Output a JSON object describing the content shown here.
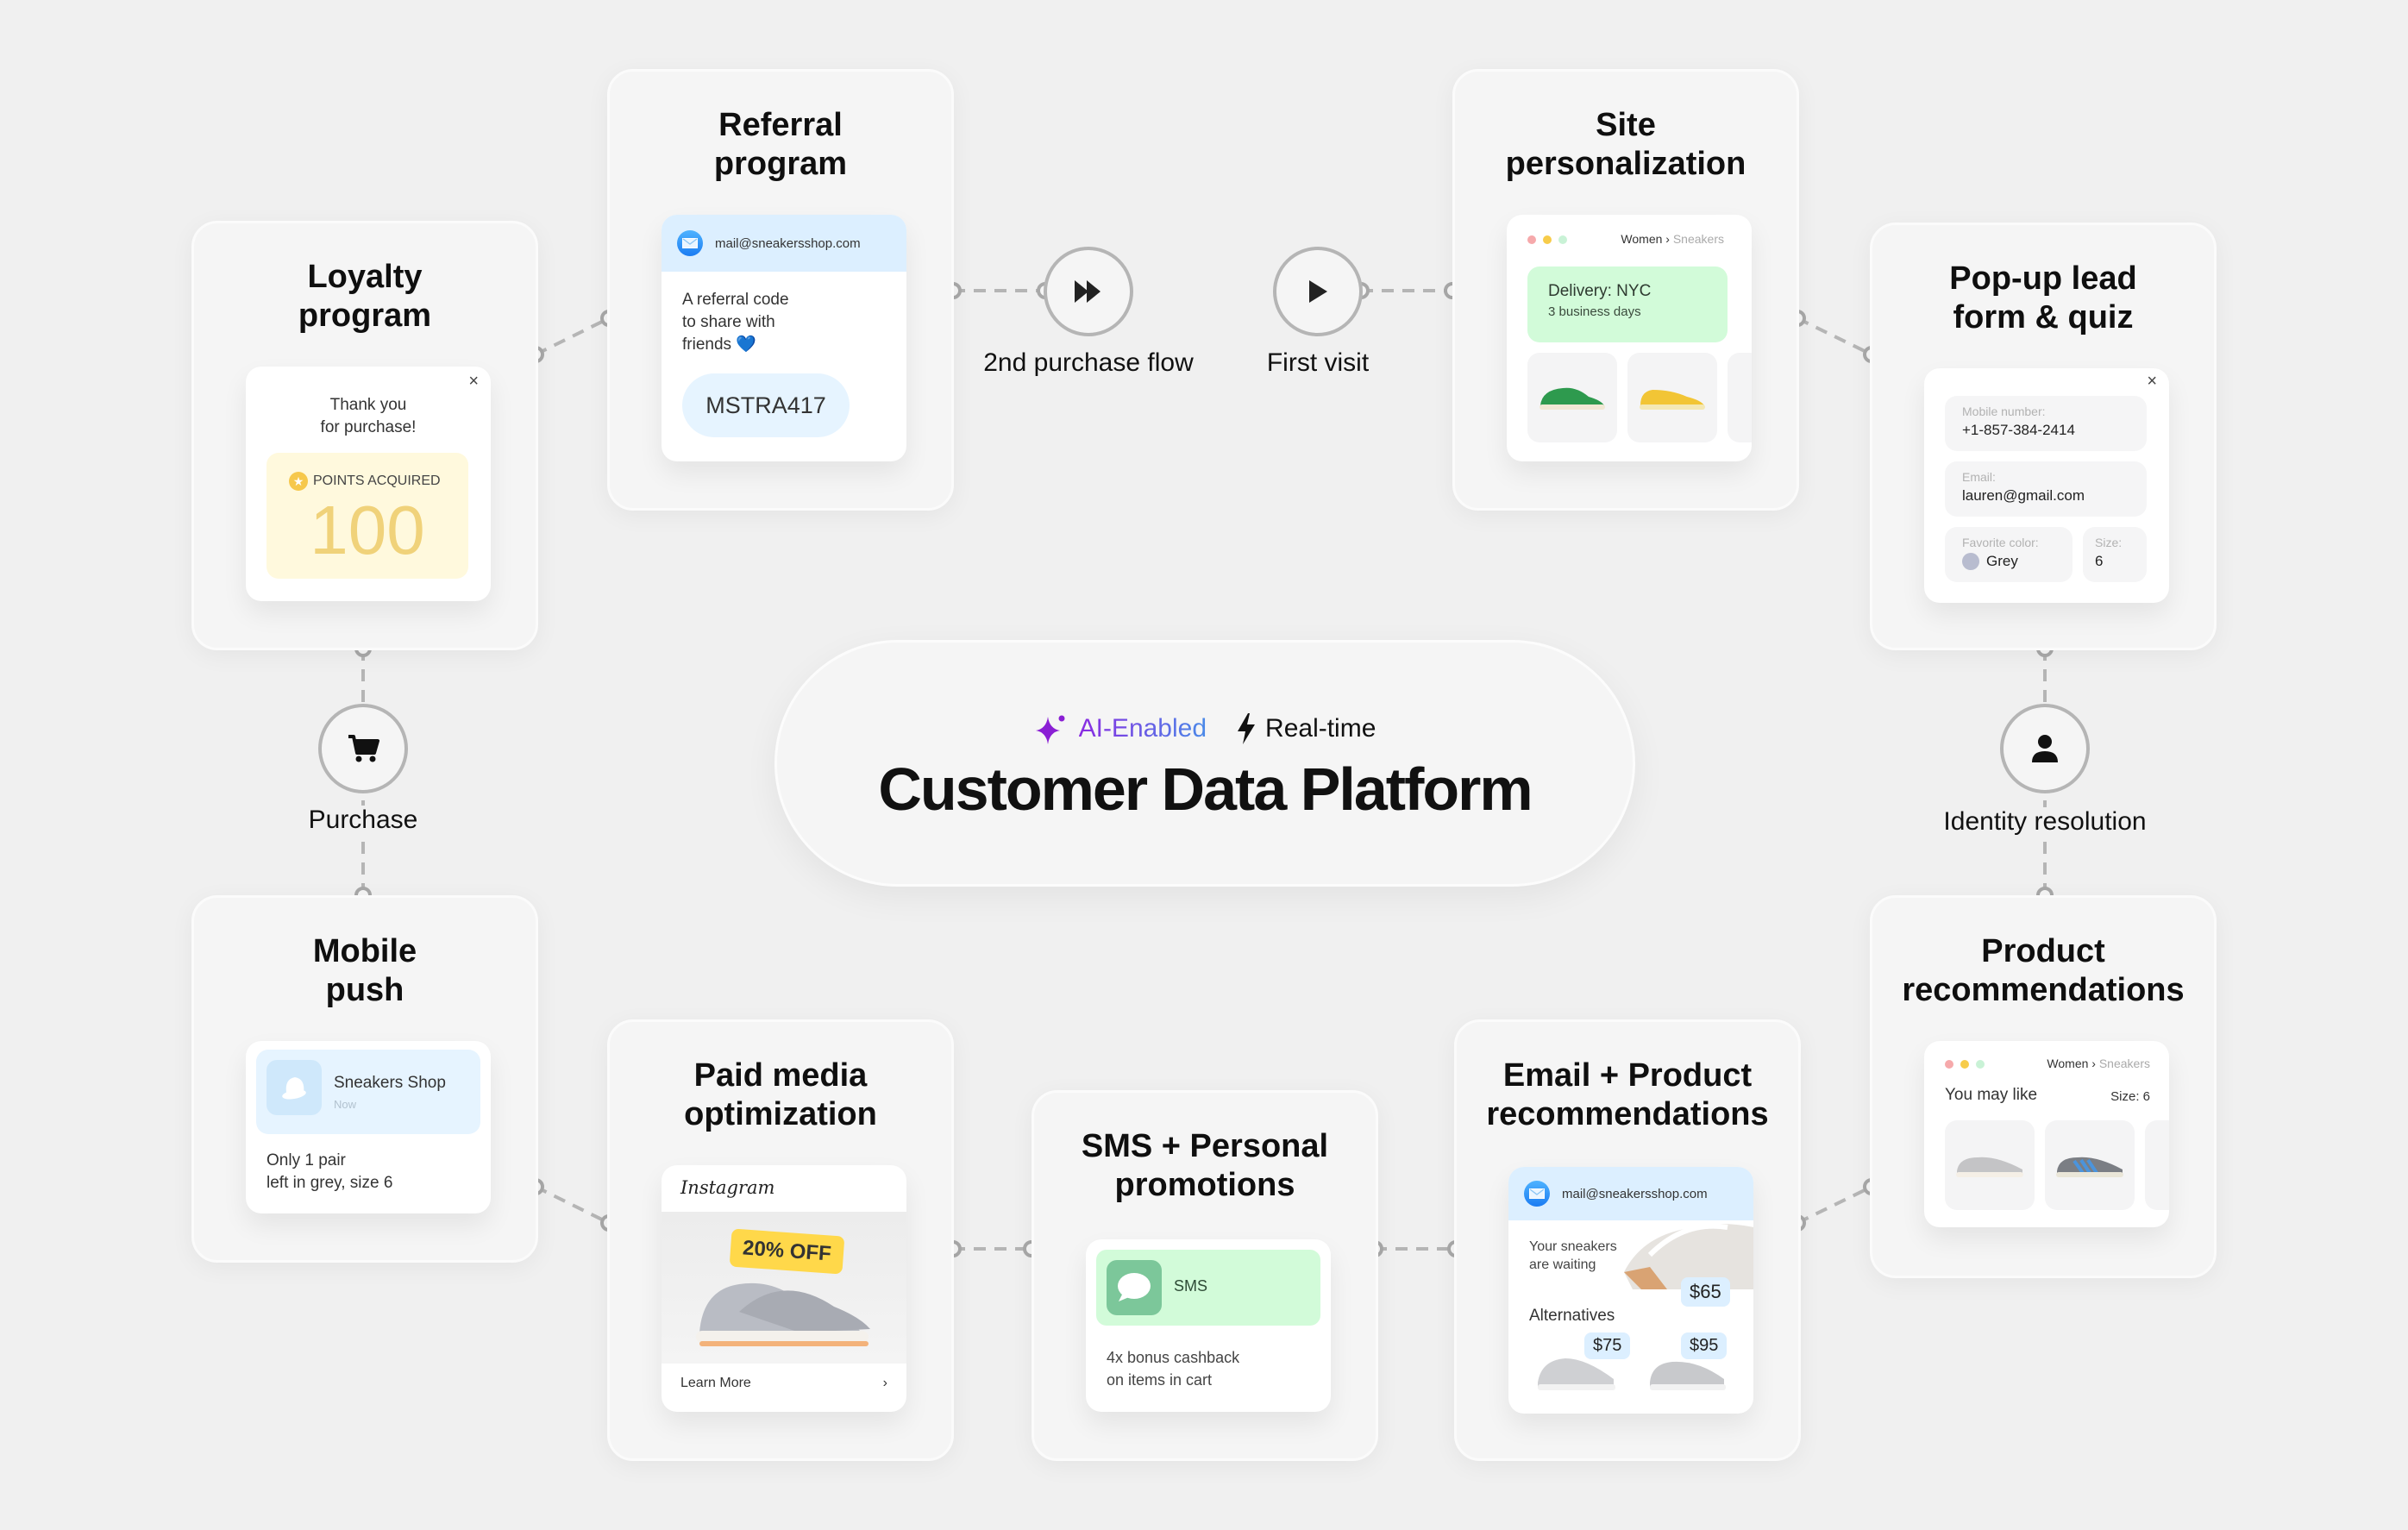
{
  "hub": {
    "tag_ai": "AI-Enabled",
    "tag_realtime": "Real-time",
    "title": "Customer Data Platform",
    "icons": {
      "ai": "sparkle-icon",
      "realtime": "lightning-icon"
    }
  },
  "nodes": {
    "second_purchase": {
      "label": "2nd purchase flow",
      "icon": "fast-forward-icon"
    },
    "first_visit": {
      "label": "First visit",
      "icon": "play-icon"
    },
    "purchase": {
      "label": "Purchase",
      "icon": "cart-icon"
    },
    "identity": {
      "label": "Identity resolution",
      "icon": "user-icon"
    }
  },
  "cards": {
    "loyalty": {
      "title": "Loyalty\nprogram",
      "thanks_line1": "Thank you",
      "thanks_line2": "for purchase!",
      "points_label": "POINTS ACQUIRED",
      "points_value": "100",
      "close": "×"
    },
    "referral": {
      "title": "Referral\nprogram",
      "sender": "mail@sneakersshop.com",
      "body_line1": "A referral code",
      "body_line2": "to share with",
      "body_line3": "friends 💙",
      "code": "MSTRA417"
    },
    "site": {
      "title": "Site\npersonalization",
      "crumb_primary": "Women",
      "crumb_sep": "›",
      "crumb_secondary": "Sneakers",
      "delivery_title": "Delivery: NYC",
      "delivery_sub": "3 business days",
      "products": [
        "green sneaker",
        "yellow sneaker"
      ]
    },
    "popup": {
      "title": "Pop-up lead\nform & quiz",
      "close": "×",
      "mobile_label": "Mobile number:",
      "mobile_value": "+1-857-384-2414",
      "email_label": "Email:",
      "email_value": "lauren@gmail.com",
      "color_label": "Favorite color:",
      "color_value": "Grey",
      "color_swatch": "#b8bccf",
      "size_label": "Size:",
      "size_value": "6"
    },
    "mobile": {
      "title": "Mobile\npush",
      "app": "Sneakers Shop",
      "time": "Now",
      "msg_line1": "Only 1 pair",
      "msg_line2": "left in grey, size 6"
    },
    "paid": {
      "title": "Paid media\noptimization",
      "platform": "Instagram",
      "badge": "20% OFF",
      "cta": "Learn More",
      "cta_arrow": "›"
    },
    "sms": {
      "title": "SMS + Personal\npromotions",
      "channel": "SMS",
      "msg_line1": "4x bonus cashback",
      "msg_line2": "on items in cart"
    },
    "email": {
      "title": "Email + Product\nrecommendations",
      "sender": "mail@sneakersshop.com",
      "msg_line1": "Your sneakers",
      "msg_line2": "are waiting",
      "main_price": "$65",
      "alt_label": "Alternatives",
      "alt_prices": [
        "$75",
        "$95"
      ]
    },
    "product": {
      "title": "Product\nrecommendations",
      "crumb_primary": "Women",
      "crumb_sep": "›",
      "crumb_secondary": "Sneakers",
      "heading": "You may like",
      "size": "Size: 6"
    }
  },
  "colors": {
    "connector": "#b5b5b5",
    "points_bg": "#fff9dd",
    "points_text": "#f0d27a",
    "star": "#f6c84c",
    "delivery_bg": "#d2fbd9",
    "sms_bg": "#d2fbd9",
    "sms_icon": "#7cc79a",
    "badge": "#ffd84a",
    "dot_red": "#f6a9ab",
    "dot_yellow": "#f7cc4a",
    "dot_green": "#c9f2d6"
  }
}
